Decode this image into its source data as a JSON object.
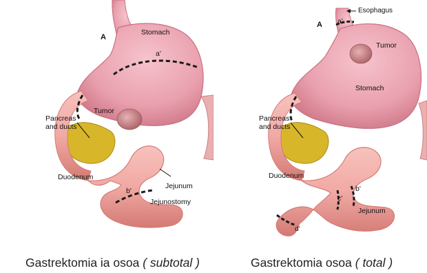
{
  "left": {
    "letter": "A",
    "labels": {
      "stomach": "Stomach",
      "cut_a": "a'",
      "tumor": "Tumor",
      "pancreas": "Pancreas\nand ducts",
      "duodenum": "Duodenum",
      "jejunum": "Jejunum",
      "cut_b": "b'",
      "jejunostomy": "Jejunostomy"
    },
    "caption_main": "Gastrektomia ia osoa",
    "caption_paren": "( subtotal )"
  },
  "right": {
    "letter": "A",
    "labels": {
      "esophagus": "Esophagus",
      "cut_a": "a'",
      "tumor": "Tumor",
      "stomach": "Stomach",
      "pancreas": "Pancreas\nand ducts",
      "duodenum": "Duodenum",
      "cut_b": "b'",
      "cut_c": "c'",
      "jejunum": "Jejunum",
      "cut_d": "d'"
    },
    "caption_main": "Gastrektomia osoa",
    "caption_paren": "( total )"
  },
  "colors": {
    "stomach": "#e9a0ae",
    "stomach_dark": "#c96f80",
    "intestine": "#f1a9a4",
    "intestine_dark": "#d47a74",
    "pancreas": "#d8b62a",
    "tumor": "#c98a8c",
    "cut_line": "#1a1a1a"
  }
}
